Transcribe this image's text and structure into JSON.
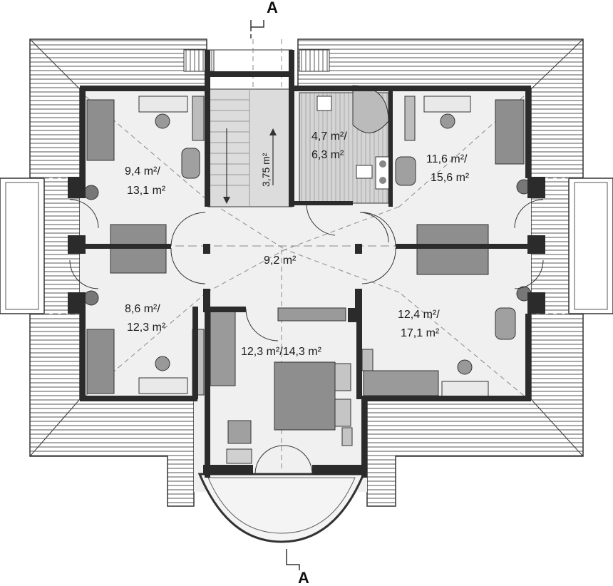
{
  "section_marks": {
    "top": "A",
    "bottom": "A"
  },
  "rooms": [
    {
      "id": "bedroom-top-left",
      "line1": "9,4 m²/",
      "line2": "13,1 m²"
    },
    {
      "id": "bathroom",
      "line1": "4,7 m²/",
      "line2": "6,3 m²"
    },
    {
      "id": "bedroom-top-right",
      "line1": "11,6 m²/",
      "line2": "15,6 m²"
    },
    {
      "id": "hall",
      "line1": "9,2 m²",
      "line2": ""
    },
    {
      "id": "bedroom-bottom-left",
      "line1": "8,6 m²/",
      "line2": "12,3 m²"
    },
    {
      "id": "master-bedroom",
      "line1": "12,3 m²/14,3 m²",
      "line2": ""
    },
    {
      "id": "bedroom-bottom-right",
      "line1": "12,4 m²/",
      "line2": "17,1 m²"
    }
  ],
  "stairs": {
    "label": "3,75 m²"
  },
  "colors": {
    "wall": "#2b2b2b",
    "floor": "#eeeeee",
    "roof": "#777777",
    "furniture": "#8a8a8a",
    "tile": "#cfcfcf",
    "stair_floor": "#dcdcdc"
  }
}
